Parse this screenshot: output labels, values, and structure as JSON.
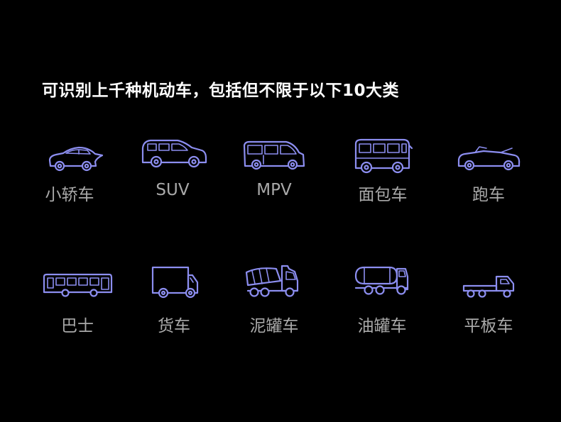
{
  "headline": "可识别上千种机动车，包括但不限于以下10大类",
  "icon_color": "#8c8ef0",
  "vehicles": [
    {
      "label": "小轿车",
      "icon": "sedan-icon"
    },
    {
      "label": "SUV",
      "icon": "suv-icon"
    },
    {
      "label": "MPV",
      "icon": "mpv-icon"
    },
    {
      "label": "面包车",
      "icon": "minibus-icon"
    },
    {
      "label": "跑车",
      "icon": "sports-car-icon"
    },
    {
      "label": "巴士",
      "icon": "bus-icon"
    },
    {
      "label": "货车",
      "icon": "truck-icon"
    },
    {
      "label": "泥罐车",
      "icon": "cement-mixer-icon"
    },
    {
      "label": "油罐车",
      "icon": "tanker-truck-icon"
    },
    {
      "label": "平板车",
      "icon": "flatbed-truck-icon"
    }
  ]
}
